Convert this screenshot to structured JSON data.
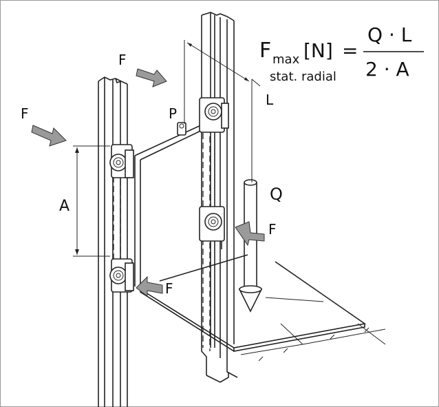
{
  "formula": {
    "lhs": "F",
    "lhs_sub": "max",
    "unit": "[N]",
    "equals": "=",
    "numerator": "Q · L",
    "denominator": "2 · A",
    "note": "stat. radial"
  },
  "labels": {
    "force_top": "F",
    "force_left": "F",
    "force_right": "F",
    "force_bottom": "F",
    "pin": "P",
    "length": "L",
    "spacing": "A",
    "load": "Q"
  }
}
